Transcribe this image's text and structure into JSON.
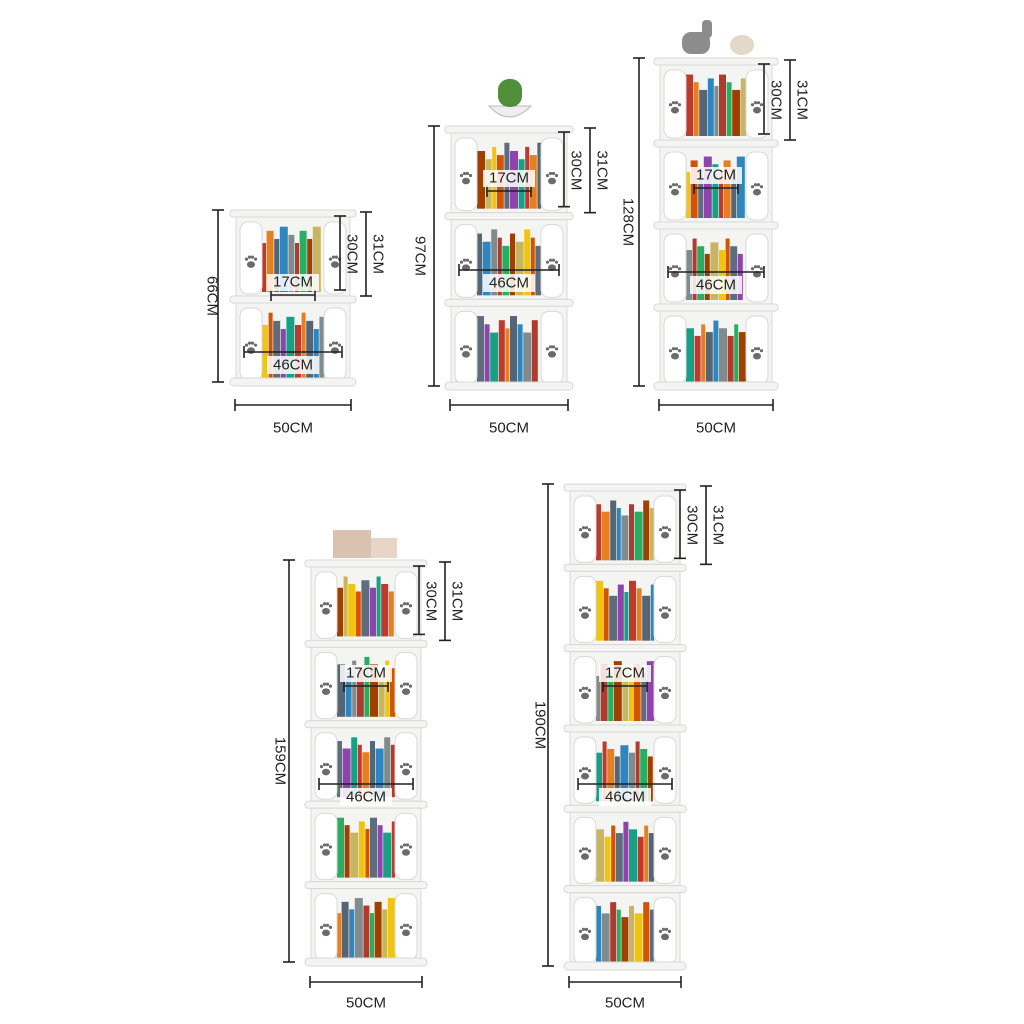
{
  "colors": {
    "background": "#ffffff",
    "shelf": "#f4f4f2",
    "shelf_edge": "#d8d8d4",
    "dimension_line": "#222222",
    "book_palette": [
      "#c0392b",
      "#2e86c1",
      "#27ae60",
      "#f1c40f",
      "#8e44ad",
      "#e67e22",
      "#7f8c8d",
      "#a04000",
      "#d35400",
      "#16a085",
      "#566573",
      "#b03a2e",
      "#c8b560",
      "#5d6d7e"
    ]
  },
  "icons": [
    "paw-print-icon",
    "cactus-pot-icon",
    "elephant-figurine-icon"
  ],
  "units": [
    {
      "id": "tier-2",
      "tiers": 2,
      "height_label": "66CM",
      "width_label": "50CM",
      "inner_width_label": "46CM",
      "gap_label": "17CM",
      "tier_inner_label": "30CM",
      "tier_outer_label": "31CM",
      "decor": "none"
    },
    {
      "id": "tier-3",
      "tiers": 3,
      "height_label": "97CM",
      "width_label": "50CM",
      "inner_width_label": "46CM",
      "gap_label": "17CM",
      "tier_inner_label": "30CM",
      "tier_outer_label": "31CM",
      "decor": "cactus"
    },
    {
      "id": "tier-4",
      "tiers": 4,
      "height_label": "128CM",
      "width_label": "50CM",
      "inner_width_label": "46CM",
      "gap_label": "17CM",
      "tier_inner_label": "30CM",
      "tier_outer_label": "31CM",
      "decor": "figurines"
    },
    {
      "id": "tier-5",
      "tiers": 5,
      "height_label": "159CM",
      "width_label": "50CM",
      "inner_width_label": "46CM",
      "gap_label": "17CM",
      "tier_inner_label": "30CM",
      "tier_outer_label": "31CM",
      "decor": "boxes"
    },
    {
      "id": "tier-6",
      "tiers": 6,
      "height_label": "190CM",
      "width_label": "50CM",
      "inner_width_label": "46CM",
      "gap_label": "17CM",
      "tier_inner_label": "30CM",
      "tier_outer_label": "31CM",
      "decor": "none"
    }
  ]
}
